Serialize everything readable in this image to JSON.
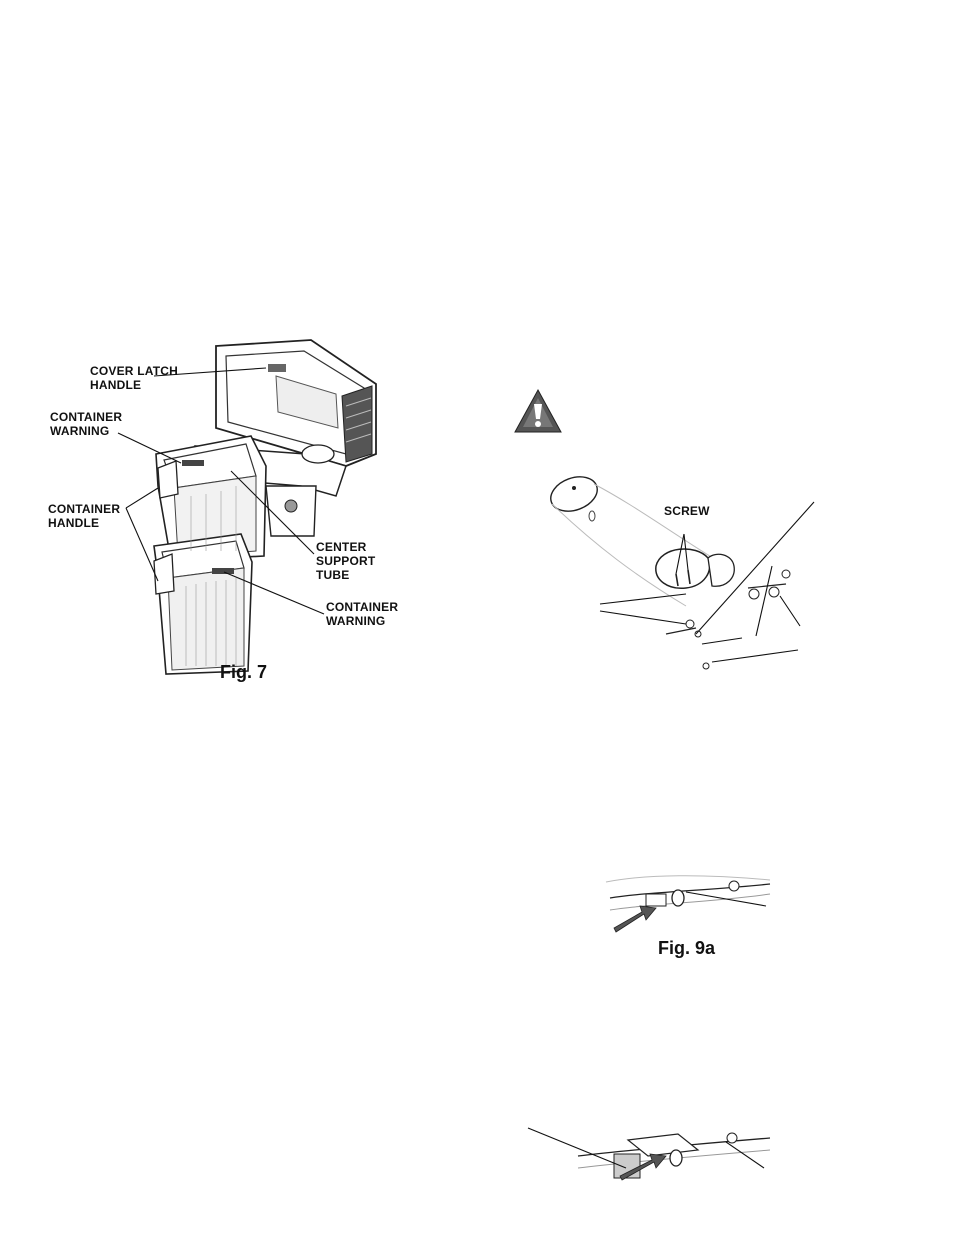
{
  "fig7": {
    "caption": "Fig. 7",
    "labels": {
      "cover_latch_handle_1": "COVER LATCH",
      "cover_latch_handle_2": "HANDLE",
      "container_warning_top_1": "CONTAINER",
      "container_warning_top_2": "WARNING",
      "container_handle_1": "CONTAINER",
      "container_handle_2": "HANDLE",
      "center_support_tube_1": "CENTER",
      "center_support_tube_2": "SUPPORT",
      "center_support_tube_3": "TUBE",
      "container_warning_bottom_1": "CONTAINER",
      "container_warning_bottom_2": "WARNING"
    }
  },
  "warning_symbol": {
    "icon": "warning-triangle-icon"
  },
  "fig8": {
    "labels": {
      "screw": "SCREW"
    }
  },
  "fig9a": {
    "caption": "Fig. 9a"
  },
  "fig9b": {}
}
